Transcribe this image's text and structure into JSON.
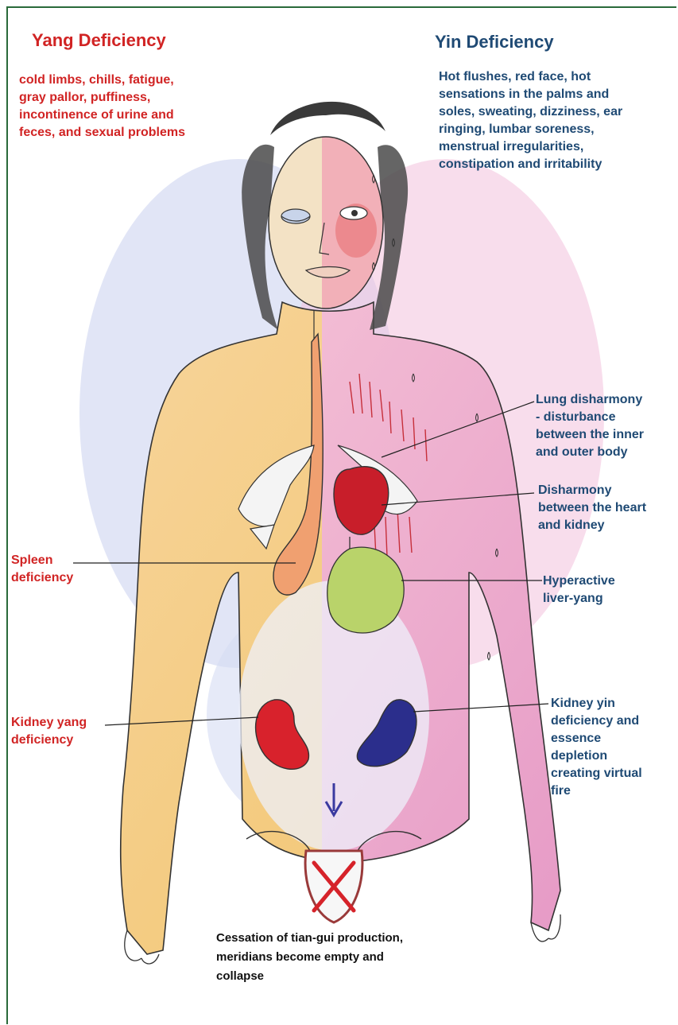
{
  "yang": {
    "title": "Yang Deficiency",
    "symptoms": "cold limbs, chills, fatigue,\ngray pallor, puffiness,\nincontinence of urine and\nfeces, and sexual problems"
  },
  "yin": {
    "title": "Yin Deficiency",
    "symptoms": "Hot flushes, red face, hot\nsensations in the palms and\nsoles, sweating, dizziness, ear\nringing, lumbar soreness,\nmenstrual irregularities,\nconstipation and irritability"
  },
  "labels": {
    "lung": "Lung disharmony\n- disturbance\nbetween the inner\nand outer body",
    "heart": "Disharmony\nbetween the heart\nand kidney",
    "liver": "Hyperactive\nliver-yang",
    "spleen": "Spleen\ndeficiency",
    "kidney_yang": "Kidney yang\ndeficiency",
    "kidney_yin": "Kidney yin\ndeficiency and\nessence\ndepletion\ncreating virtual\nfire",
    "uterus": "Cessation of tian-gui production,\nmeridians become empty and\ncollapse"
  },
  "colors": {
    "yang_text": "#d12424",
    "yin_text": "#1f4a74",
    "frame": "#2a6a3a"
  }
}
